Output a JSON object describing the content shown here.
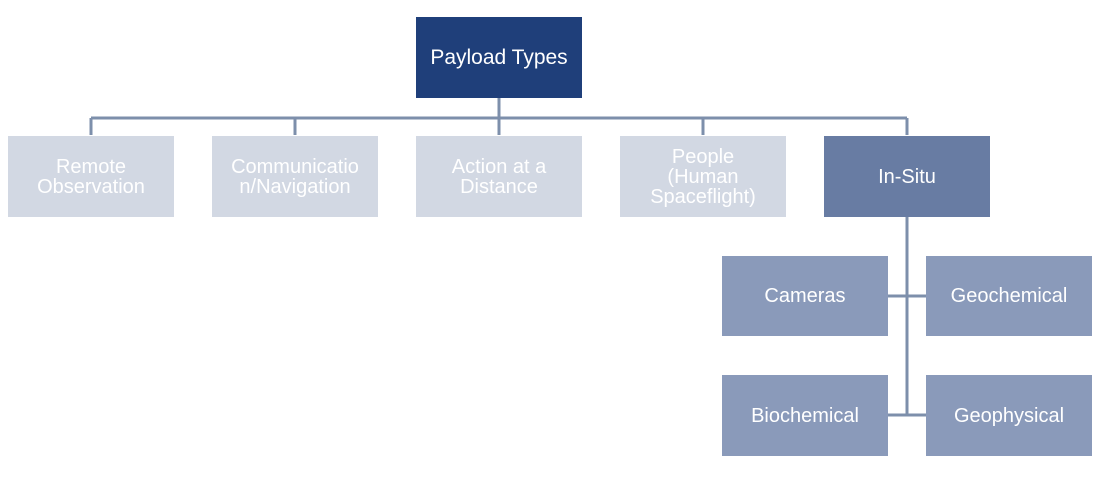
{
  "diagram": {
    "root": {
      "label": "Payload Types"
    },
    "categories": [
      {
        "label": "Remote\nObservation"
      },
      {
        "label": "Communicatio\nn/Navigation"
      },
      {
        "label": "Action at a\nDistance"
      },
      {
        "label": "People\n(Human\nSpaceflight)"
      },
      {
        "label": "In-Situ"
      }
    ],
    "in_situ_types": [
      {
        "label": "Cameras"
      },
      {
        "label": "Geochemical"
      },
      {
        "label": "Biochemical"
      },
      {
        "label": "Geophysical"
      }
    ]
  },
  "colors": {
    "root": "#1f3f7a",
    "category_dim": "#d2d8e3",
    "category_active": "#687ca3",
    "sub_type": "#8a9aba",
    "connector": "#7d8fab"
  }
}
